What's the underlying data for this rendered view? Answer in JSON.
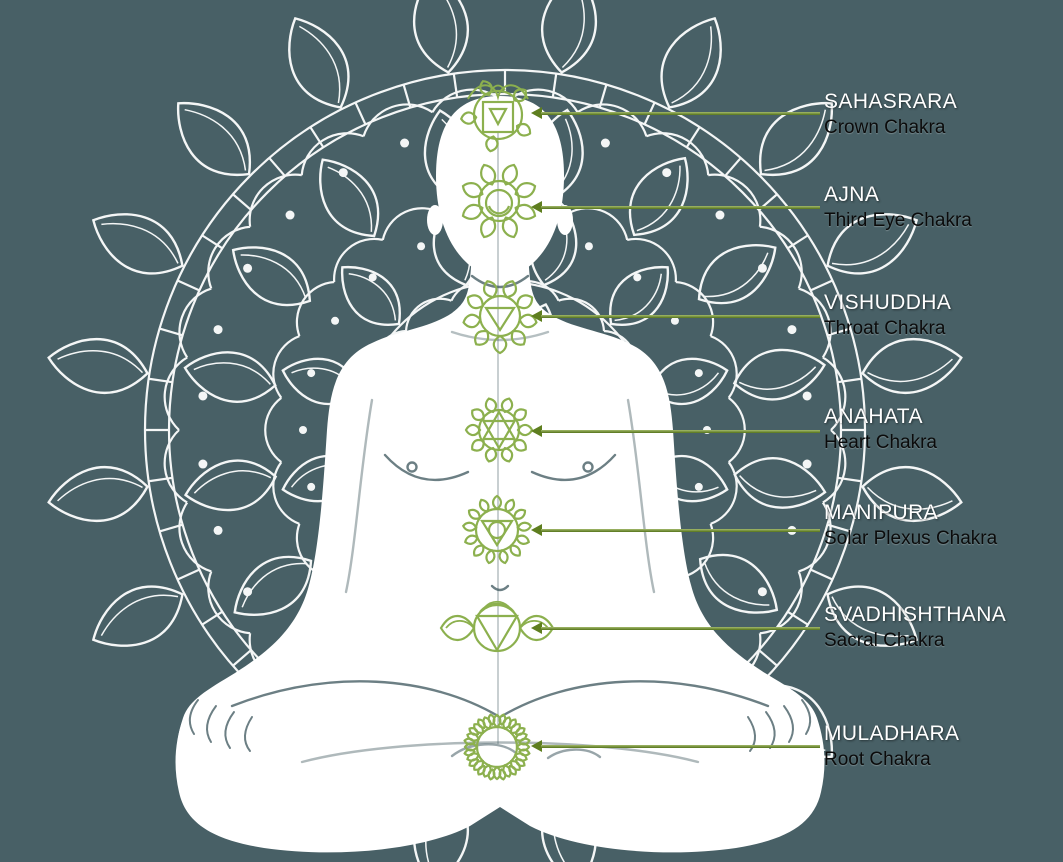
{
  "diagram": {
    "subject": "meditating-figure-with-seven-chakras",
    "chakras": [
      {
        "name": "SAHASRARA",
        "subtitle": "Crown Chakra",
        "icon": "crown-chakra-icon"
      },
      {
        "name": "AJNA",
        "subtitle": "Third Eye Chakra",
        "icon": "third-eye-chakra-icon"
      },
      {
        "name": "VISHUDDHA",
        "subtitle": "Throat Chakra",
        "icon": "throat-chakra-icon"
      },
      {
        "name": "ANAHATA",
        "subtitle": "Heart Chakra",
        "icon": "heart-chakra-icon"
      },
      {
        "name": "MANIPURA",
        "subtitle": "Solar Plexus Chakra",
        "icon": "solar-plexus-chakra-icon"
      },
      {
        "name": "SVADHISHTHANA",
        "subtitle": "Sacral Chakra",
        "icon": "sacral-chakra-icon"
      },
      {
        "name": "MULADHARA",
        "subtitle": "Root Chakra",
        "icon": "root-chakra-icon"
      }
    ],
    "colors": {
      "background": "#486066",
      "mandala_line": "#F4F6F6",
      "figure_fill": "#FFFFFF",
      "symbol_green": "#8CB04E",
      "arrow_green": "#5E7E1F",
      "title_text": "#FFFFFF",
      "subtitle_text": "#0B0B0B"
    }
  }
}
